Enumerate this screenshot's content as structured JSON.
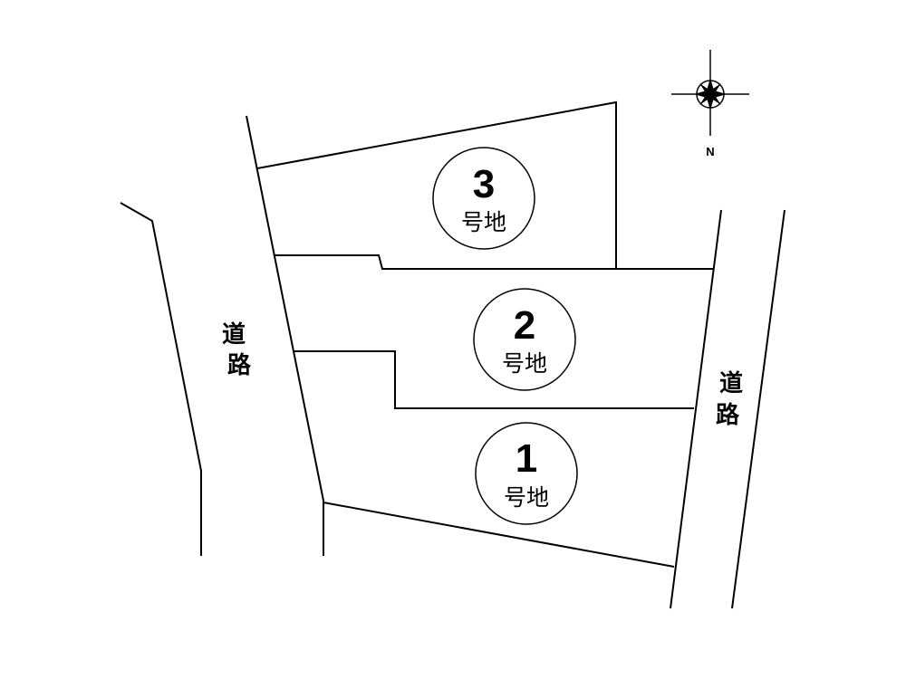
{
  "lots": [
    {
      "number": "3",
      "label": "号地"
    },
    {
      "number": "2",
      "label": "号地"
    },
    {
      "number": "1",
      "label": "号地"
    }
  ],
  "roads": {
    "left": {
      "line1": "道",
      "line2": "路"
    },
    "right": {
      "line1": "道",
      "line2": "路"
    }
  },
  "compass": {
    "label": "N"
  }
}
